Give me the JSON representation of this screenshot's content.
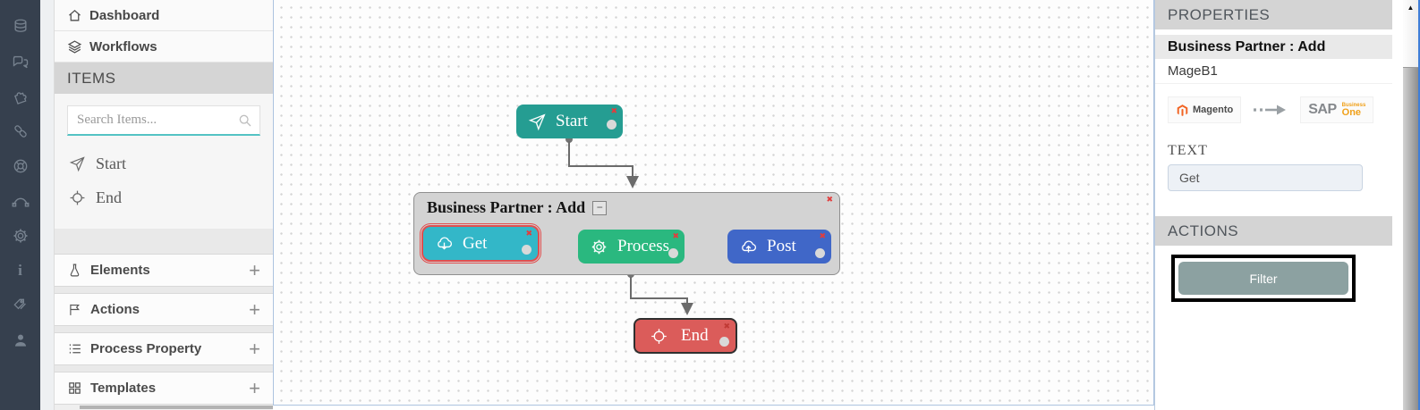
{
  "rail": {
    "icons": [
      "database",
      "comments",
      "puzzle",
      "link",
      "wheel",
      "bezier-curve",
      "gear",
      "info",
      "tags",
      "user"
    ]
  },
  "sidebar": {
    "nav": [
      {
        "label": "Dashboard",
        "icon": "home"
      },
      {
        "label": "Workflows",
        "icon": "layers"
      }
    ],
    "items_header": "ITEMS",
    "search": {
      "placeholder": "Search Items..."
    },
    "palette": [
      {
        "label": "Start",
        "icon": "paper-plane"
      },
      {
        "label": "End",
        "icon": "crosshair"
      }
    ],
    "sections": [
      {
        "label": "Elements",
        "icon": "flask"
      },
      {
        "label": "Actions",
        "icon": "flag"
      },
      {
        "label": "Process Property",
        "icon": "list"
      },
      {
        "label": "Templates",
        "icon": "grid"
      }
    ],
    "expand_glyph": "+"
  },
  "canvas": {
    "group": {
      "title": "Business Partner : Add",
      "collapse_glyph": "−"
    },
    "nodes": {
      "start": {
        "label": "Start",
        "color": "#259d92",
        "icon": "paper-plane"
      },
      "get": {
        "label": "Get",
        "color": "#33b7c8",
        "icon": "cloud-download",
        "selected": true
      },
      "process": {
        "label": "Process",
        "color": "#2ab87f",
        "icon": "gear"
      },
      "post": {
        "label": "Post",
        "color": "#4067c8",
        "icon": "cloud-upload"
      },
      "end": {
        "label": "End",
        "color": "#db5c5a",
        "icon": "crosshair"
      }
    },
    "close_glyph": "✖",
    "edge_color": "#6b6b6b"
  },
  "properties": {
    "header": "PROPERTIES",
    "node_title": "Business Partner : Add",
    "connection_name": "MageB1",
    "source_app": "Magento",
    "target_app_main": "SAP",
    "target_app_sub_top": "Business",
    "target_app_sub_bottom": "One",
    "text_label": "TEXT",
    "text_value": "Get",
    "actions_header": "ACTIONS",
    "filter_button": "Filter",
    "accent_colors": {
      "magento_orange": "#f26322",
      "sap_orange": "#f0a019",
      "filter_gray": "#8ca1a1",
      "highlight": "#000000"
    }
  },
  "scrollbar": {
    "up_glyph": "▲"
  }
}
